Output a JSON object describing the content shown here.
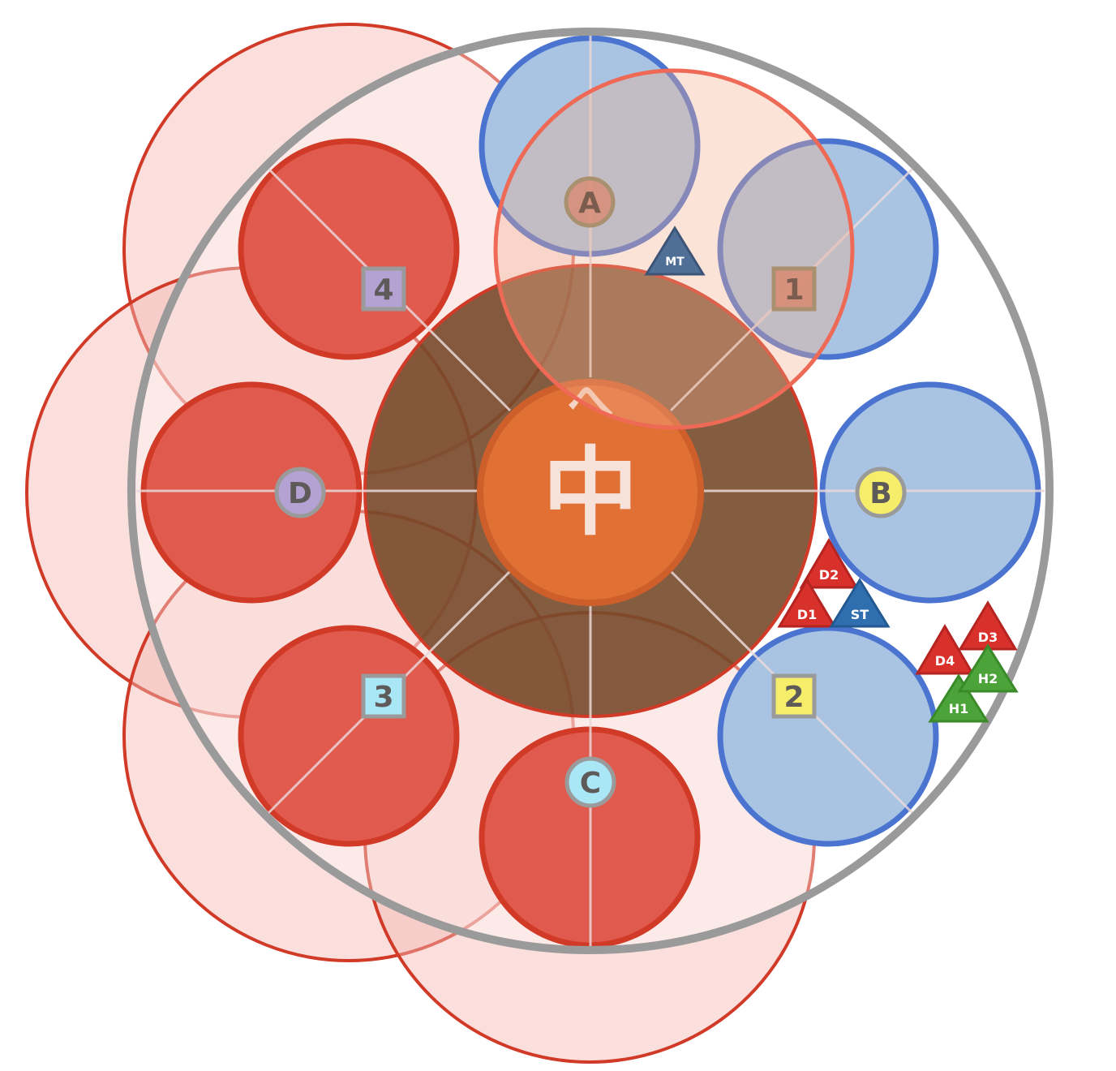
{
  "arena": {
    "center_label": "中",
    "facing_glyph": "へ",
    "colors": {
      "arena_border": "#9a9a9a",
      "blue_zone_fill": "#a8c4e2",
      "blue_zone_stroke": "#4a74cf",
      "red_zone_fill": "#e05a4e",
      "red_zone_stroke": "#d23a28",
      "big_aoe_fill": "#f2b2a8",
      "big_aoe_stroke": "#d23a28",
      "inner_ring_fill": "#6e4020",
      "boss_fill": "#e17035"
    }
  },
  "waymarks": [
    {
      "id": "A",
      "label": "A",
      "shape": "circle",
      "color": "#d88c74"
    },
    {
      "id": "B",
      "label": "B",
      "shape": "circle",
      "color": "#f6ee6a"
    },
    {
      "id": "C",
      "label": "C",
      "shape": "circle",
      "color": "#a9e6f6"
    },
    {
      "id": "D",
      "label": "D",
      "shape": "circle",
      "color": "#b3a2d2"
    },
    {
      "id": "1",
      "label": "1",
      "shape": "square",
      "color": "#d88c74"
    },
    {
      "id": "2",
      "label": "2",
      "shape": "square",
      "color": "#f6ee6a"
    },
    {
      "id": "3",
      "label": "3",
      "shape": "square",
      "color": "#a9e6f6"
    },
    {
      "id": "4",
      "label": "4",
      "shape": "square",
      "color": "#b3a2d2"
    }
  ],
  "players": [
    {
      "id": "MT",
      "label": "MT",
      "role": "tank",
      "color": "#4f6f97"
    },
    {
      "id": "ST",
      "label": "ST",
      "role": "tank",
      "color": "#2f6fb0"
    },
    {
      "id": "D1",
      "label": "D1",
      "role": "dps",
      "color": "#d8302a"
    },
    {
      "id": "D2",
      "label": "D2",
      "role": "dps",
      "color": "#d8302a"
    },
    {
      "id": "D3",
      "label": "D3",
      "role": "dps",
      "color": "#d8302a"
    },
    {
      "id": "D4",
      "label": "D4",
      "role": "dps",
      "color": "#d8302a"
    },
    {
      "id": "H1",
      "label": "H1",
      "role": "healer",
      "color": "#4ca33a"
    },
    {
      "id": "H2",
      "label": "H2",
      "role": "healer",
      "color": "#4ca33a"
    }
  ]
}
